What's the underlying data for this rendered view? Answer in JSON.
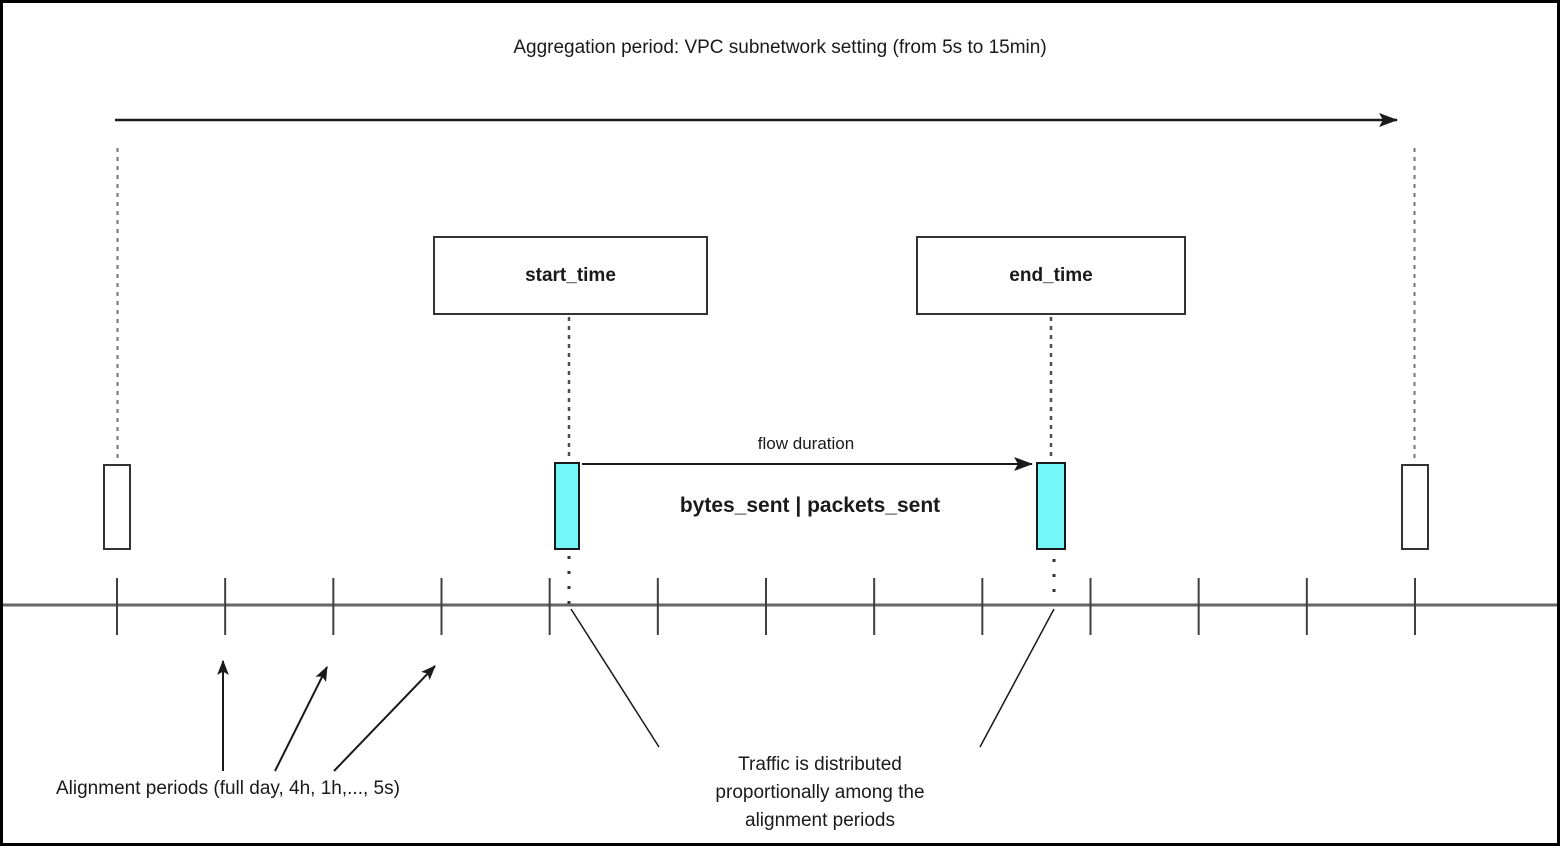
{
  "diagram": {
    "title": "Aggregation period: VPC subnetwork setting (from 5s to 15min)",
    "boxes": {
      "start_time": "start_time",
      "end_time": "end_time"
    },
    "labels": {
      "flow_duration": "flow duration",
      "metrics": "bytes_sent | packets_sent",
      "alignment_periods": "Alignment periods (full day, 4h, 1h,..., 5s)",
      "traffic_note": [
        "Traffic is distributed",
        "proportionally among the",
        "alignment periods"
      ]
    },
    "timeline": {
      "tick_count": 13,
      "first_tick_x": 114,
      "last_tick_x": 1412
    },
    "colors": {
      "highlight_fill": "#76f7f7",
      "timeline_stroke": "#666666",
      "line_stroke": "#1a1a1a"
    }
  }
}
